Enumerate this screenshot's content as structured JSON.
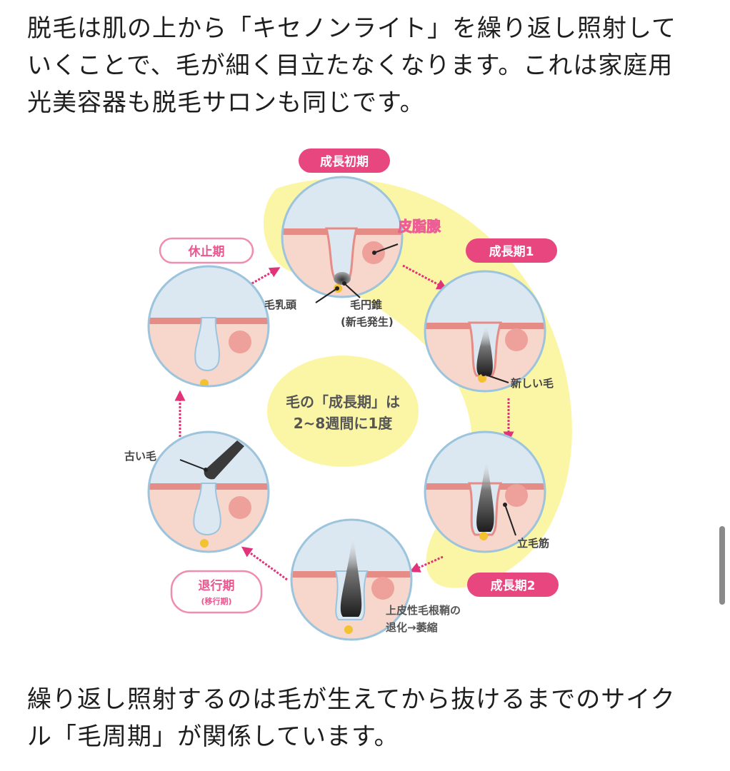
{
  "article": {
    "paragraph1": "脱毛は肌の上から「キセノンライト」を繰り返し照射していくことで、毛が細く目立たなくなります。これは家庭用光美容器も脱毛サロンも同じです。",
    "paragraph2": "繰り返し照射するのは毛が生えてから抜けるまでのサイクル「毛周期」が関係しています。"
  },
  "figure": {
    "stages": {
      "early_growth": "成長初期",
      "growth1": "成長期1",
      "growth2": "成長期2",
      "regression": "退行期",
      "regression_sub": "(移行期)",
      "resting": "休止期"
    },
    "labels": {
      "sebaceous_gland": "皮脂腺",
      "dermal_papilla": "毛乳頭",
      "hair_cone": "毛円錐",
      "new_hair_generation": "(新毛発生)",
      "new_hair": "新しい毛",
      "arrector_pili": "立毛筋",
      "sheath_line1": "上皮性毛根鞘の",
      "sheath_line2": "退化→萎縮",
      "old_hair": "古い毛"
    },
    "center": {
      "line1": "毛の「成長期」は",
      "line2": "2~8週間に1度"
    },
    "colors": {
      "pink_accent": "#e8467f",
      "yellow_bg": "#fbf6a6",
      "skin": "#f7d6cc",
      "skin_line": "#e58c86",
      "sky": "#dbe7f1",
      "circle_border": "#9cc4dc",
      "papilla": "#f2c230"
    }
  },
  "scrollbar": {
    "visible": true
  }
}
